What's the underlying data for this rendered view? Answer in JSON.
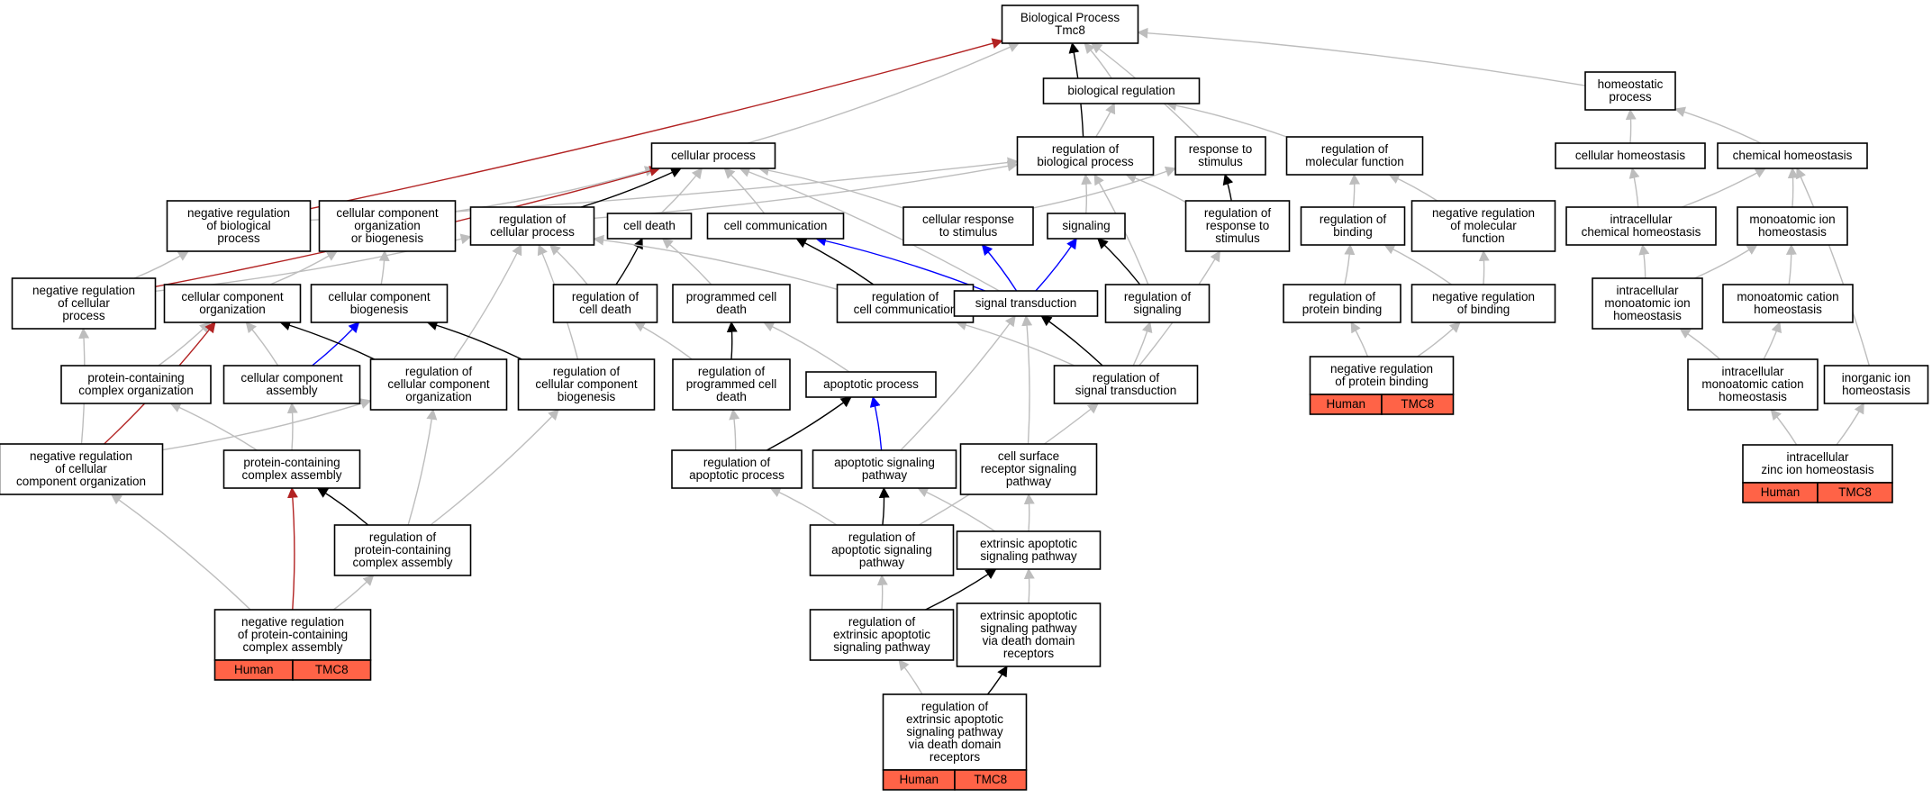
{
  "colors": {
    "gray": "#bdbdbd",
    "black": "#000000",
    "blue": "#0000ff",
    "red": "#b22222",
    "tag_fill": "#ff6347"
  },
  "tag_labels": [
    "Human",
    "TMC8"
  ],
  "nodes": {
    "bp": {
      "lines": [
        "Biological Process",
        "Tmc8"
      ]
    },
    "biolreg": {
      "lines": [
        "biological regulation"
      ]
    },
    "homeo": {
      "lines": [
        "homeostatic",
        "process"
      ]
    },
    "cellproc": {
      "lines": [
        "cellular process"
      ]
    },
    "regbiol": {
      "lines": [
        "regulation of",
        "biological process"
      ]
    },
    "resp": {
      "lines": [
        "response to",
        "stimulus"
      ]
    },
    "regmol": {
      "lines": [
        "regulation of",
        "molecular function"
      ]
    },
    "cellhomeo": {
      "lines": [
        "cellular homeostasis"
      ]
    },
    "chemhomeo": {
      "lines": [
        "chemical homeostasis"
      ]
    },
    "negbiol": {
      "lines": [
        "negative regulation",
        "of biological",
        "process"
      ]
    },
    "ccob": {
      "lines": [
        "cellular component",
        "organization",
        "or biogenesis"
      ]
    },
    "regcell": {
      "lines": [
        "regulation of",
        "cellular process"
      ]
    },
    "celldeath": {
      "lines": [
        "cell death"
      ]
    },
    "cellcomm": {
      "lines": [
        "cell communication"
      ]
    },
    "cellresp": {
      "lines": [
        "cellular response",
        "to stimulus"
      ]
    },
    "signaling": {
      "lines": [
        "signaling"
      ]
    },
    "regresp": {
      "lines": [
        "regulation of",
        "response to",
        "stimulus"
      ]
    },
    "regbind": {
      "lines": [
        "regulation of",
        "binding"
      ]
    },
    "negmol": {
      "lines": [
        "negative regulation",
        "of molecular",
        "function"
      ]
    },
    "intrachem": {
      "lines": [
        "intracellular",
        "chemical homeostasis"
      ]
    },
    "monoion": {
      "lines": [
        "monoatomic ion",
        "homeostasis"
      ]
    },
    "negcellproc": {
      "lines": [
        "negative regulation",
        "of cellular",
        "process"
      ]
    },
    "cco": {
      "lines": [
        "cellular component",
        "organization"
      ]
    },
    "ccb": {
      "lines": [
        "cellular component",
        "biogenesis"
      ]
    },
    "regdeath": {
      "lines": [
        "regulation of",
        "cell death"
      ]
    },
    "pcd": {
      "lines": [
        "programmed cell",
        "death"
      ]
    },
    "regcomm": {
      "lines": [
        "regulation of",
        "cell communication"
      ]
    },
    "sigtrans": {
      "lines": [
        "signal transduction"
      ]
    },
    "regsig": {
      "lines": [
        "regulation of",
        "signaling"
      ]
    },
    "regprotbind": {
      "lines": [
        "regulation of",
        "protein binding"
      ]
    },
    "negbind": {
      "lines": [
        "negative regulation",
        "of binding"
      ]
    },
    "intramonoion": {
      "lines": [
        "intracellular",
        "monoatomic ion",
        "homeostasis"
      ]
    },
    "monocation": {
      "lines": [
        "monoatomic cation",
        "homeostasis"
      ]
    },
    "pcco": {
      "lines": [
        "protein-containing",
        "complex organization"
      ]
    },
    "cca": {
      "lines": [
        "cellular component",
        "assembly"
      ]
    },
    "regcco": {
      "lines": [
        "regulation of",
        "cellular component",
        "organization"
      ]
    },
    "regccb": {
      "lines": [
        "regulation of",
        "cellular component",
        "biogenesis"
      ]
    },
    "regpcd": {
      "lines": [
        "regulation of",
        "programmed cell",
        "death"
      ]
    },
    "apop": {
      "lines": [
        "apoptotic process"
      ]
    },
    "regsigtrans": {
      "lines": [
        "regulation of",
        "signal transduction"
      ]
    },
    "negprotbind": {
      "lines": [
        "negative regulation",
        "of protein binding"
      ],
      "tagged": true
    },
    "intracation": {
      "lines": [
        "intracellular",
        "monoatomic cation",
        "homeostasis"
      ]
    },
    "inorg": {
      "lines": [
        "inorganic ion",
        "homeostasis"
      ]
    },
    "negcco": {
      "lines": [
        "negative regulation",
        "of cellular",
        "component organization"
      ]
    },
    "pcca": {
      "lines": [
        "protein-containing",
        "complex assembly"
      ]
    },
    "regapop": {
      "lines": [
        "regulation of",
        "apoptotic process"
      ]
    },
    "apopsig": {
      "lines": [
        "apoptotic signaling",
        "pathway"
      ]
    },
    "csrsp": {
      "lines": [
        "cell surface",
        "receptor signaling",
        "pathway"
      ]
    },
    "zinc": {
      "lines": [
        "intracellular",
        "zinc ion homeostasis"
      ],
      "tagged": true
    },
    "regpcca": {
      "lines": [
        "regulation of",
        "protein-containing",
        "complex assembly"
      ]
    },
    "regapopsig": {
      "lines": [
        "regulation of",
        "apoptotic signaling",
        "pathway"
      ]
    },
    "extapop": {
      "lines": [
        "extrinsic apoptotic",
        "signaling pathway"
      ]
    },
    "negpcca": {
      "lines": [
        "negative regulation",
        "of protein-containing",
        "complex assembly"
      ],
      "tagged": true
    },
    "regextapop": {
      "lines": [
        "regulation of",
        "extrinsic apoptotic",
        "signaling pathway"
      ]
    },
    "extdeath": {
      "lines": [
        "extrinsic apoptotic",
        "signaling pathway",
        "via death domain",
        "receptors"
      ]
    },
    "regextdeath": {
      "lines": [
        "regulation of",
        "extrinsic apoptotic",
        "signaling pathway",
        "via death domain",
        "receptors"
      ],
      "tagged": true
    }
  },
  "edges": [
    [
      "biolreg",
      "bp",
      "gray"
    ],
    [
      "homeo",
      "bp",
      "gray"
    ],
    [
      "cellproc",
      "bp",
      "gray"
    ],
    [
      "regbiol",
      "bp",
      "black"
    ],
    [
      "regbiol",
      "biolreg",
      "gray"
    ],
    [
      "resp",
      "bp",
      "gray"
    ],
    [
      "regmol",
      "biolreg",
      "gray"
    ],
    [
      "cellhomeo",
      "homeo",
      "gray"
    ],
    [
      "chemhomeo",
      "homeo",
      "gray"
    ],
    [
      "negbiol",
      "bp",
      "red"
    ],
    [
      "negbiol",
      "regbiol",
      "gray"
    ],
    [
      "ccob",
      "cellproc",
      "gray"
    ],
    [
      "regcell",
      "cellproc",
      "black"
    ],
    [
      "regcell",
      "regbiol",
      "gray"
    ],
    [
      "celldeath",
      "cellproc",
      "gray"
    ],
    [
      "cellcomm",
      "cellproc",
      "gray"
    ],
    [
      "cellresp",
      "cellproc",
      "gray"
    ],
    [
      "cellresp",
      "resp",
      "gray"
    ],
    [
      "signaling",
      "regbiol",
      "gray"
    ],
    [
      "regresp",
      "regbiol",
      "gray"
    ],
    [
      "regresp",
      "resp",
      "black"
    ],
    [
      "regbind",
      "regmol",
      "gray"
    ],
    [
      "negmol",
      "regmol",
      "gray"
    ],
    [
      "intrachem",
      "cellhomeo",
      "gray"
    ],
    [
      "intrachem",
      "chemhomeo",
      "gray"
    ],
    [
      "monoion",
      "chemhomeo",
      "gray"
    ],
    [
      "negcellproc",
      "cellproc",
      "red"
    ],
    [
      "negcellproc",
      "negbiol",
      "gray"
    ],
    [
      "negcellproc",
      "regcell",
      "gray"
    ],
    [
      "cco",
      "ccob",
      "gray"
    ],
    [
      "ccb",
      "ccob",
      "gray"
    ],
    [
      "regdeath",
      "celldeath",
      "black"
    ],
    [
      "regdeath",
      "regcell",
      "gray"
    ],
    [
      "pcd",
      "celldeath",
      "gray"
    ],
    [
      "regcomm",
      "cellcomm",
      "black"
    ],
    [
      "regcomm",
      "regcell",
      "gray"
    ],
    [
      "sigtrans",
      "cellcomm",
      "blue"
    ],
    [
      "sigtrans",
      "cellresp",
      "blue"
    ],
    [
      "sigtrans",
      "signaling",
      "blue"
    ],
    [
      "sigtrans",
      "cellproc",
      "gray"
    ],
    [
      "regsig",
      "signaling",
      "black"
    ],
    [
      "regsig",
      "regbiol",
      "gray"
    ],
    [
      "regprotbind",
      "regbind",
      "gray"
    ],
    [
      "negbind",
      "regbind",
      "gray"
    ],
    [
      "negbind",
      "negmol",
      "gray"
    ],
    [
      "intramonoion",
      "intrachem",
      "gray"
    ],
    [
      "intramonoion",
      "monoion",
      "gray"
    ],
    [
      "monocation",
      "monoion",
      "gray"
    ],
    [
      "pcco",
      "cco",
      "gray"
    ],
    [
      "cca",
      "cco",
      "gray"
    ],
    [
      "cca",
      "ccb",
      "blue"
    ],
    [
      "regcco",
      "cco",
      "black"
    ],
    [
      "regcco",
      "regcell",
      "gray"
    ],
    [
      "regccb",
      "ccb",
      "black"
    ],
    [
      "regccb",
      "regcell",
      "gray"
    ],
    [
      "regpcd",
      "pcd",
      "black"
    ],
    [
      "regpcd",
      "regdeath",
      "gray"
    ],
    [
      "apop",
      "pcd",
      "gray"
    ],
    [
      "regsigtrans",
      "sigtrans",
      "black"
    ],
    [
      "regsigtrans",
      "regsig",
      "gray"
    ],
    [
      "regsigtrans",
      "regcomm",
      "gray"
    ],
    [
      "regsigtrans",
      "regresp",
      "gray"
    ],
    [
      "negprotbind",
      "regprotbind",
      "gray"
    ],
    [
      "negprotbind",
      "negbind",
      "gray"
    ],
    [
      "intracation",
      "intramonoion",
      "gray"
    ],
    [
      "intracation",
      "monocation",
      "gray"
    ],
    [
      "inorg",
      "chemhomeo",
      "gray"
    ],
    [
      "negcco",
      "cco",
      "red"
    ],
    [
      "negcco",
      "regcco",
      "gray"
    ],
    [
      "negcco",
      "negcellproc",
      "gray"
    ],
    [
      "pcca",
      "pcco",
      "gray"
    ],
    [
      "pcca",
      "cca",
      "gray"
    ],
    [
      "regapop",
      "apop",
      "black"
    ],
    [
      "regapop",
      "regpcd",
      "gray"
    ],
    [
      "apopsig",
      "apop",
      "blue"
    ],
    [
      "apopsig",
      "sigtrans",
      "gray"
    ],
    [
      "csrsp",
      "sigtrans",
      "gray"
    ],
    [
      "zinc",
      "intracation",
      "gray"
    ],
    [
      "zinc",
      "inorg",
      "gray"
    ],
    [
      "regpcca",
      "pcca",
      "black"
    ],
    [
      "regpcca",
      "regcco",
      "gray"
    ],
    [
      "regpcca",
      "regccb",
      "gray"
    ],
    [
      "regapopsig",
      "apopsig",
      "black"
    ],
    [
      "regapopsig",
      "regapop",
      "gray"
    ],
    [
      "regapopsig",
      "regsigtrans",
      "gray"
    ],
    [
      "extapop",
      "apopsig",
      "gray"
    ],
    [
      "extapop",
      "csrsp",
      "gray"
    ],
    [
      "negpcca",
      "pcca",
      "red"
    ],
    [
      "negpcca",
      "regpcca",
      "gray"
    ],
    [
      "negpcca",
      "negcco",
      "gray"
    ],
    [
      "regextapop",
      "extapop",
      "black"
    ],
    [
      "regextapop",
      "regapopsig",
      "gray"
    ],
    [
      "extdeath",
      "extapop",
      "gray"
    ],
    [
      "regextdeath",
      "extdeath",
      "black"
    ],
    [
      "regextdeath",
      "regextapop",
      "gray"
    ]
  ]
}
